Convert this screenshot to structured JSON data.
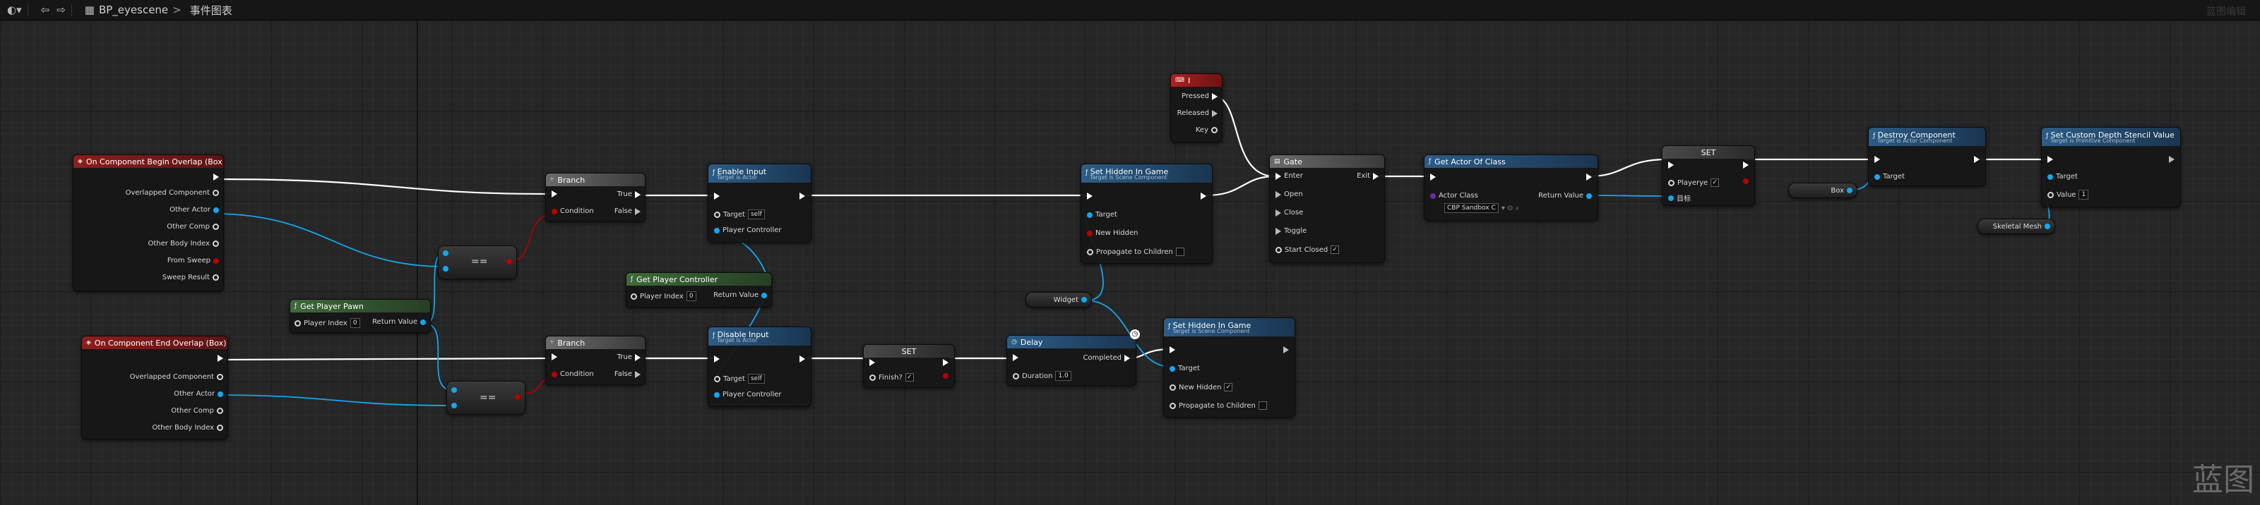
{
  "toolbar": {
    "blueprint_name": "BP_eyescene",
    "graph_name": "事件图表",
    "breadcrumb_sep": ">",
    "top_right": "蓝图编辑"
  },
  "colors": {
    "event": "#8c1e1e",
    "function": "#2c5d88",
    "pure": "#3e6a3a",
    "flow": "#6b6b6b",
    "key": "#b02020",
    "exec_wire": "#ffffff",
    "object_wire": "#15a6f0",
    "bool_wire": "#b00000"
  },
  "nodes": {
    "begin_overlap": {
      "title": "On Component Begin Overlap (Box)",
      "pins": [
        "Overlapped Component",
        "Other Actor",
        "Other Comp",
        "Other Body Index",
        "From Sweep",
        "Sweep Result"
      ]
    },
    "end_overlap": {
      "title": "On Component End Overlap (Box)",
      "pins": [
        "Overlapped Component",
        "Other Actor",
        "Other Comp",
        "Other Body Index"
      ]
    },
    "get_player_pawn": {
      "title": "Get Player Pawn",
      "player_index_label": "Player Index",
      "player_index": "0",
      "return_label": "Return Value"
    },
    "eq_top": {
      "symbol": "=="
    },
    "eq_bottom": {
      "symbol": "=="
    },
    "branch_top": {
      "title": "Branch",
      "condition": "Condition",
      "true_label": "True",
      "false_label": "False"
    },
    "branch_bottom": {
      "title": "Branch",
      "condition": "Condition",
      "true_label": "True",
      "false_label": "False"
    },
    "enable_input": {
      "title": "Enable Input",
      "subtitle": "Target is Actor",
      "target_label": "Target",
      "target_value": "self",
      "pc_label": "Player Controller"
    },
    "disable_input": {
      "title": "Disable Input",
      "subtitle": "Target is Actor",
      "target_label": "Target",
      "target_value": "self",
      "pc_label": "Player Controller"
    },
    "get_player_controller": {
      "title": "Get Player Controller",
      "player_index_label": "Player Index",
      "player_index": "0",
      "return_label": "Return Value"
    },
    "set_finish": {
      "title": "SET",
      "var_label": "Finish?"
    },
    "delay": {
      "title": "Delay",
      "completed": "Completed",
      "duration_label": "Duration",
      "duration": "1.0"
    },
    "key_i": {
      "title": "I",
      "pressed": "Pressed",
      "released": "Released",
      "key": "Key"
    },
    "widget_var": {
      "label": "Widget"
    },
    "set_hidden_top": {
      "title": "Set Hidden In Game",
      "subtitle": "Target is Scene Component",
      "target": "Target",
      "new_hidden": "New Hidden",
      "propagate": "Propagate to Children"
    },
    "set_hidden_bottom": {
      "title": "Set Hidden In Game",
      "subtitle": "Target is Scene Component",
      "target": "Target",
      "new_hidden": "New Hidden",
      "propagate": "Propagate to Children"
    },
    "gate": {
      "title": "Gate",
      "enter": "Enter",
      "exit": "Exit",
      "open": "Open",
      "close": "Close",
      "toggle": "Toggle",
      "start_closed": "Start Closed"
    },
    "get_actor_of_class": {
      "title": "Get Actor Of Class",
      "actor_class_label": "Actor Class",
      "actor_class_value": "CBP Sandbox C",
      "return_label": "Return Value"
    },
    "set_playerye": {
      "title": "SET",
      "var_label": "Playerye",
      "target_label": "目标"
    },
    "box_var": {
      "label": "Box"
    },
    "destroy_component": {
      "title": "Destroy Component",
      "subtitle": "Target is Actor Component",
      "target": "Target"
    },
    "set_stencil": {
      "title": "Set Custom Depth Stencil Value",
      "subtitle": "Target is Primitive Component",
      "target": "Target",
      "value_label": "Value",
      "value": "1"
    },
    "skeletal_mesh_var": {
      "label": "Skeletal Mesh"
    }
  },
  "watermark": "蓝图"
}
